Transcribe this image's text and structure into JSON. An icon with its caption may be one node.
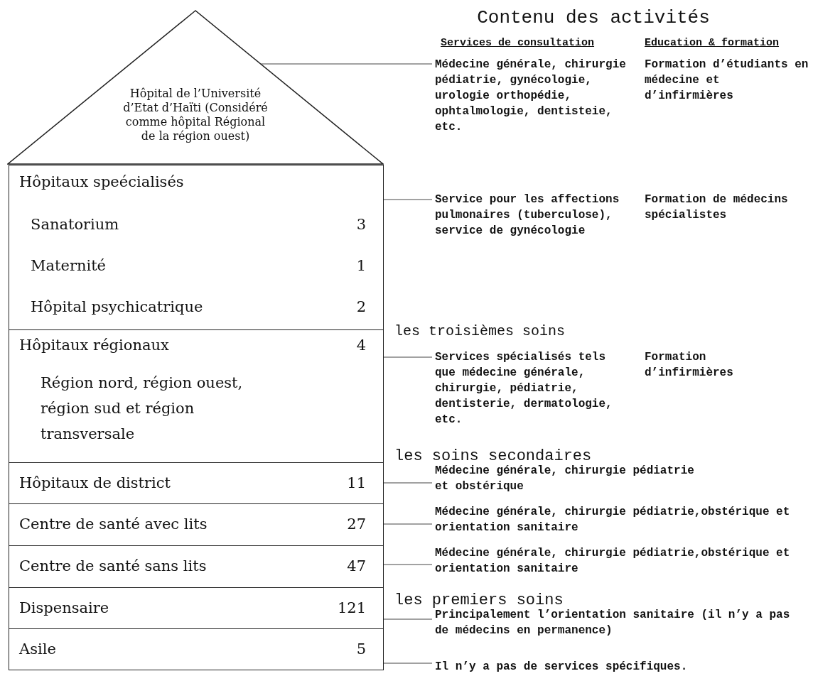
{
  "diagram": {
    "title": "Contenu des activités",
    "nodes": [
      {
        "text": [
          "Hôpital de l’Université d’Etat d’Haïti (Considéré comme hôpital Régional de la région ouest)"
        ]
      },
      {
        "text": [
          "Hôpitaux speécialisés",
          "Sanatorium",
          "3",
          "Maternité",
          "1",
          "Hôpital psychicatrique",
          "2"
        ]
      },
      {
        "text": [
          "Hôpitaux régionaux",
          "4",
          "Région nord, région ouest, région sud et région transversale"
        ]
      },
      {
        "text": [
          "Hôpitaux de district",
          "11"
        ]
      },
      {
        "text": [
          "Centre de santé avec lits",
          "27"
        ]
      },
      {
        "text": [
          "Centre de santé sans lits",
          "47"
        ]
      },
      {
        "text": [
          "Dispensaire",
          "121"
        ]
      },
      {
        "text": [
          "Asile",
          "5"
        ]
      },
      {
        "text": [
          "Médecine générale, chirurgie pédiatrie, gynécologie, urologie orthopédie, ophtalmologie, dentisteie, etc."
        ]
      },
      {
        "text": [
          "Service pour les affections pulmonaires (tuberculose), service de gynécologie"
        ]
      },
      {
        "text": [
          "Services spécialisés tels que médecine générale, chirurgie, pédiatrie, dentisterie, dermatologie, etc."
        ]
      },
      {
        "text": [
          "Médecine générale, chirurgie pédiatrie et obstérique"
        ]
      },
      {
        "text": [
          "Médecine générale, chirurgie pédiatrie,obstérique et orientation sanitaire"
        ]
      },
      {
        "text": [
          "Médecine générale, chirurgie pédiatrie,obstérique et orientation sanitaire"
        ]
      },
      {
        "text": [
          "Principalement l’orientation sanitaire (il n’y a pas de médecins en permanence)"
        ]
      },
      {
        "text": [
          "Il n’y a pas de services spécifiques."
        ]
      }
    ],
    "edges": [
      {
        "from": 0,
        "to": 8,
        "arrow": "none"
      },
      {
        "from": 1,
        "to": 9,
        "arrow": "none"
      },
      {
        "from": 2,
        "to": 10,
        "arrow": "none"
      },
      {
        "from": 3,
        "to": 11,
        "arrow": "none"
      },
      {
        "from": 4,
        "to": 12,
        "arrow": "none"
      },
      {
        "from": 5,
        "to": 13,
        "arrow": "none"
      },
      {
        "from": 6,
        "to": 14,
        "arrow": "none"
      },
      {
        "from": 7,
        "to": 15,
        "arrow": "none"
      }
    ],
    "labels": [
      "Services de consultation",
      "Education & formation",
      "Formation d’étudiants en médecine et d’infirmières",
      "Formation de médecins spécialistes",
      "les troisièmes soins",
      "Formation d’infirmières",
      "les soins secondaires",
      "les premiers soins"
    ]
  }
}
